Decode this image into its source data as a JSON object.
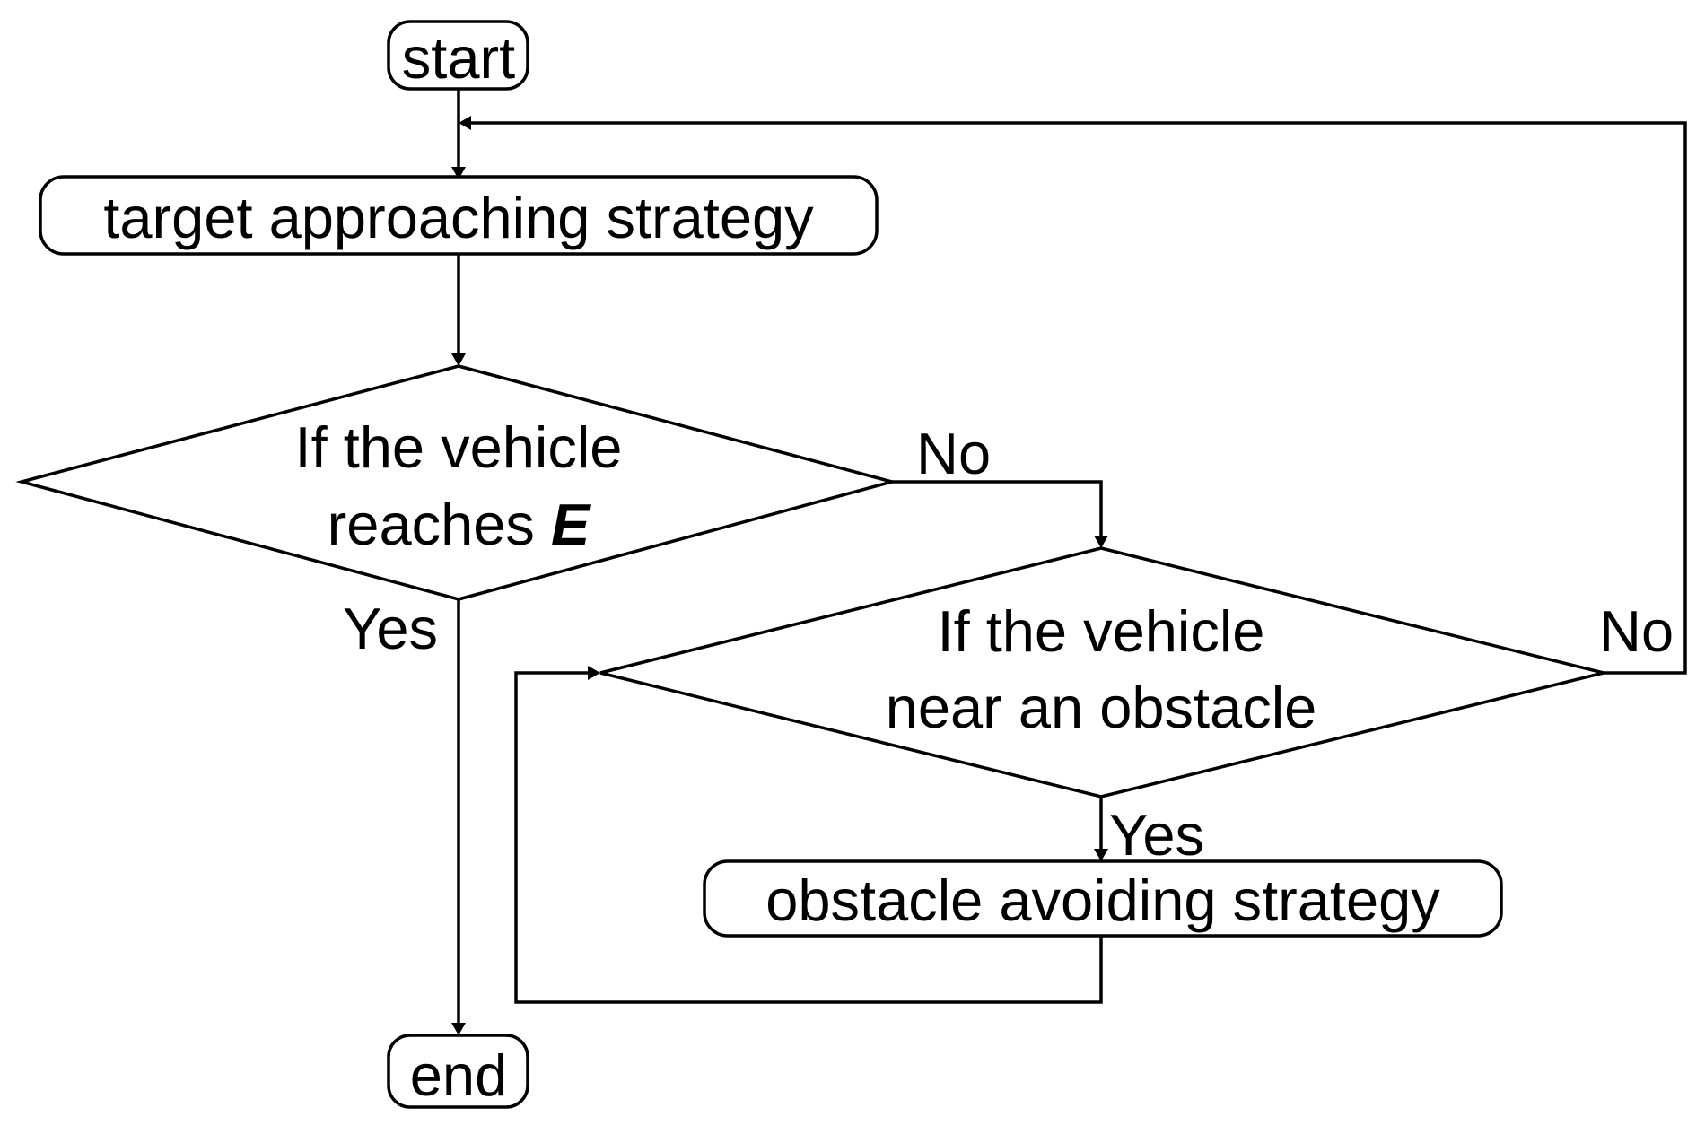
{
  "nodes": {
    "start": "start",
    "target_strategy": "target approaching strategy",
    "decision1_line1": "If the vehicle",
    "decision1_line2": "reaches ",
    "decision1_var": "E",
    "decision2_line1": "If the vehicle",
    "decision2_line2": "near an obstacle",
    "obstacle_strategy": "obstacle avoiding strategy",
    "end": "end"
  },
  "labels": {
    "d1_no": "No",
    "d1_yes": "Yes",
    "d2_no": "No",
    "d2_yes": "Yes"
  },
  "colors": {
    "stroke": "#000000",
    "background": "#ffffff"
  }
}
